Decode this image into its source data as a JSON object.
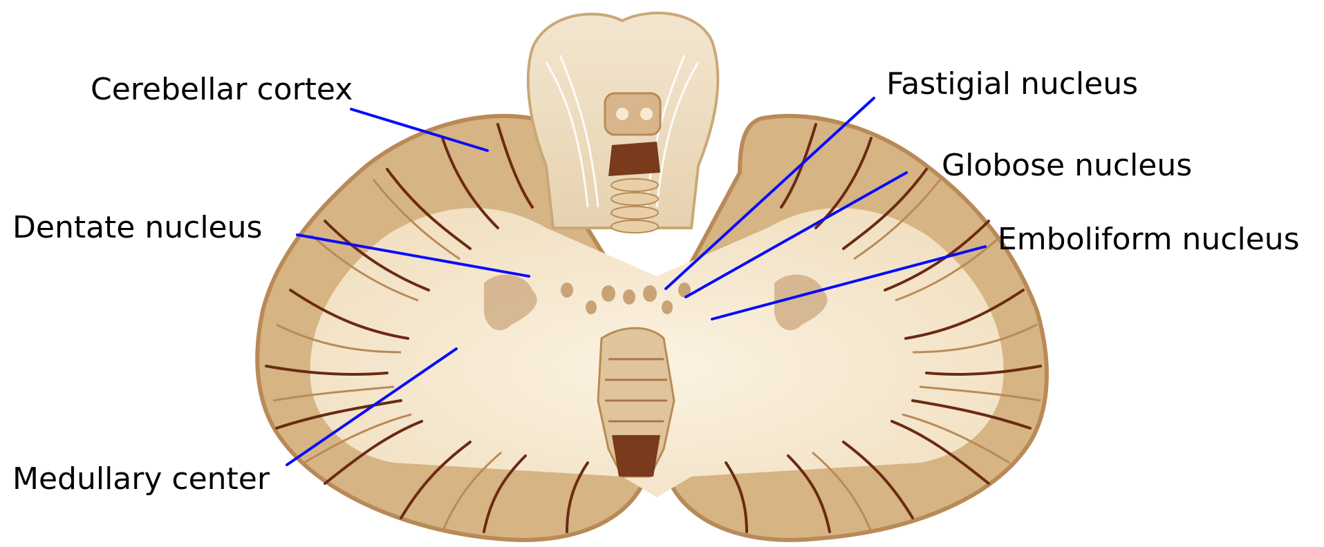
{
  "colors": {
    "leader_line": "#0a0aff",
    "white_matter": "#f6ead3",
    "cortex": "#d9b98b",
    "cortex_shadow": "#b98a57",
    "sulcus": "#6b2a12",
    "brainstem_dark": "#7a3a1c",
    "background": "#ffffff"
  },
  "labels": {
    "cerebellar_cortex": "Cerebellar cortex",
    "dentate_nucleus": "Dentate nucleus",
    "medullary_center": "Medullary center",
    "fastigial_nucleus": "Fastigial nucleus",
    "globose_nucleus": "Globose nucleus",
    "emboliform_nucleus": "Emboliform nucleus"
  }
}
